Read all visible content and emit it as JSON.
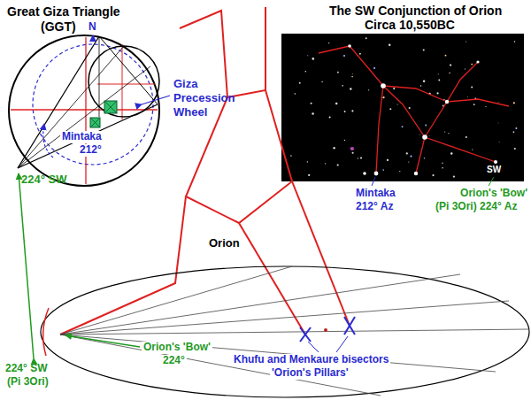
{
  "diagram": {
    "labels": [
      "Great Giza Triangle",
      "(GGT)",
      "N",
      "Giza",
      "Precession",
      "Wheel",
      "Mintaka",
      "212°",
      "224° SW",
      "The SW Conjunction of Orion",
      "Circa 10,550BC",
      "SW",
      "Mintaka",
      "212° Az",
      "Orion's 'Bow'",
      "(Pi 3Ori) 224° Az",
      "Orion",
      "Orion's 'Bow'",
      "224°",
      "224° SW",
      "(Pi 3Ori)",
      "Khufu and Menkaure bisectors",
      "'Orion's Pillars'"
    ]
  }
}
